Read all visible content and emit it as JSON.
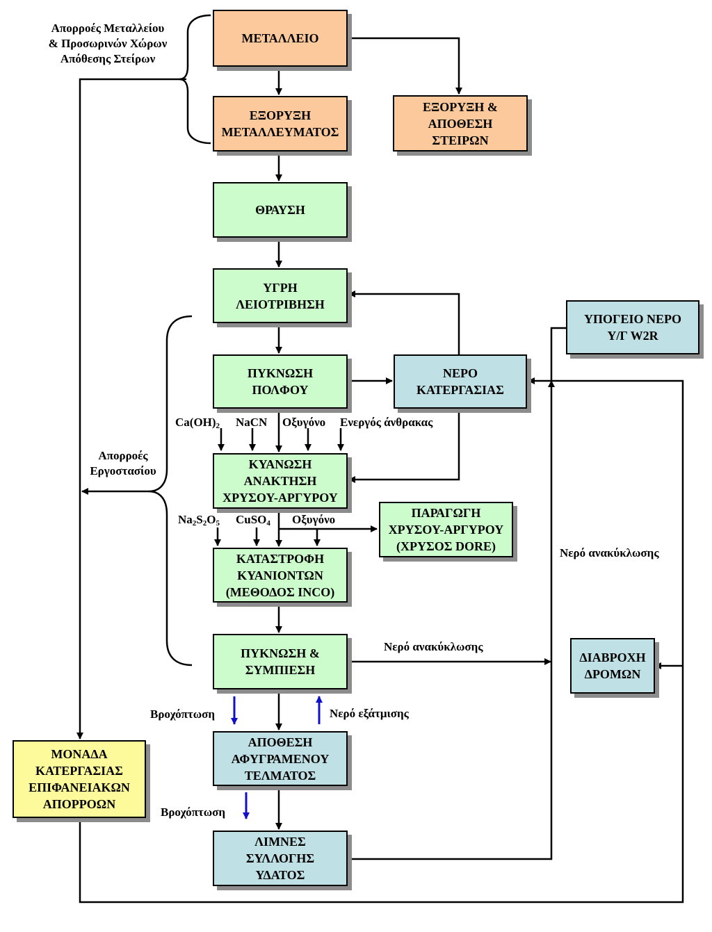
{
  "boxes": {
    "mine": {
      "lines": [
        "ΜΕΤΑΛΛΕΙΟ"
      ],
      "color": "#fbc99b"
    },
    "ore_extraction": {
      "lines": [
        "ΕΞΟΡΥΞΗ",
        "ΜΕΤΑΛΛΕΥΜΑΤΟΣ"
      ],
      "color": "#fbc99b"
    },
    "waste_extraction": {
      "lines": [
        "ΕΞΟΡΥΞΗ &",
        "ΑΠΟΘΕΣΗ",
        "ΣΤΕΙΡΩΝ"
      ],
      "color": "#fbc99b"
    },
    "crushing": {
      "lines": [
        "ΘΡΑΥΣΗ"
      ],
      "color": "#ccfccc"
    },
    "wet_grinding": {
      "lines": [
        "ΥΓΡΗ",
        "ΛΕΙΟΤΡΙΒΗΣΗ"
      ],
      "color": "#ccfccc"
    },
    "pulp_thickening": {
      "lines": [
        "ΠΥΚΝΩΣΗ",
        "ΠΟΛΦΟΥ"
      ],
      "color": "#ccfccc"
    },
    "process_water": {
      "lines": [
        "ΝΕΡΟ",
        "ΚΑΤΕΡΓΑΣΙΑΣ"
      ],
      "color": "#bfe0e4"
    },
    "groundwater": {
      "lines": [
        "ΥΠΟΓΕΙΟ ΝΕΡΟ",
        "Υ/Γ W2R"
      ],
      "color": "#bfe0e4"
    },
    "cyanidation": {
      "lines": [
        "ΚΥΑΝΩΣΗ",
        "ΑΝΑΚΤΗΣΗ",
        "ΧΡΥΣΟΥ-ΑΡΓΥΡΟΥ"
      ],
      "color": "#ccfccc"
    },
    "gold_production": {
      "lines": [
        "ΠΑΡΑΓΩΓΗ",
        "ΧΡΥΣΟΥ-ΑΡΓΥΡΟΥ",
        "(ΧΡΥΣΟΣ DORE)"
      ],
      "color": "#ccfccc"
    },
    "cyanide_destruction": {
      "lines": [
        "ΚΑΤΑΣΤΡΟΦΗ",
        "ΚΥΑΝΙΟΝΤΩΝ",
        "(ΜΕΘΟΔΟΣ INCO)"
      ],
      "color": "#ccfccc"
    },
    "thickening_compaction": {
      "lines": [
        "ΠΥΚΝΩΣΗ &",
        "ΣΥΜΠΙΕΣΗ"
      ],
      "color": "#ccfccc"
    },
    "road_wetting": {
      "lines": [
        "ΔΙΑΒΡΟΧΗ",
        "ΔΡΟΜΩΝ"
      ],
      "color": "#bfe0e4"
    },
    "tailings_disposal": {
      "lines": [
        "ΑΠΟΘΕΣΗ",
        "ΑΦΥΓΡΑΜΕΝΟΥ",
        "ΤΕΛΜΑΤΟΣ"
      ],
      "color": "#bfe0e4"
    },
    "surface_runoff_unit": {
      "lines": [
        "ΜΟΝΑΔΑ",
        "ΚΑΤΕΡΓΑΣΙΑΣ",
        "ΕΠΙΦΑΝΕΙΑΚΩΝ",
        "ΑΠΟΡΡΟΩΝ"
      ],
      "color": "#fdfa9b"
    },
    "collection_ponds": {
      "lines": [
        "ΛΙΜΝΕΣ",
        "ΣΥΛΛΟΓΗΣ",
        "ΥΔΑΤΟΣ"
      ],
      "color": "#bfe0e4"
    }
  },
  "labels": {
    "mine_runoff": [
      "Απορροές Μεταλλείου",
      "& Προσωρινών Χώρων",
      "Απόθεσης Στείρων"
    ],
    "plant_runoff": [
      "Απορροές",
      "Εργοστασίου"
    ],
    "reagent_caoh2": "Ca(OH)",
    "reagent_caoh2_sub": "2",
    "reagent_nacn": "NaCN",
    "reagent_oxygen_1": "Οξυγόνο",
    "reagent_carbon": "Ενεργός άνθρακας",
    "reagent_na": "Na",
    "reagent_na_sub": "2",
    "reagent_s": "S",
    "reagent_s_sub": "2",
    "reagent_o": "O",
    "reagent_o_sub": "5",
    "reagent_cuso": "CuSO",
    "reagent_cuso_sub": "4",
    "reagent_oxygen_2": "Οξυγόνο",
    "recycle_water_right": "Νερό ανακύκλωσης",
    "recycle_water_mid": "Νερό ανακύκλωσης",
    "rainfall_1": "Βροχόπτωση",
    "evaporation": "Νερό εξάτμισης",
    "rainfall_2": "Βροχόπτωση"
  }
}
